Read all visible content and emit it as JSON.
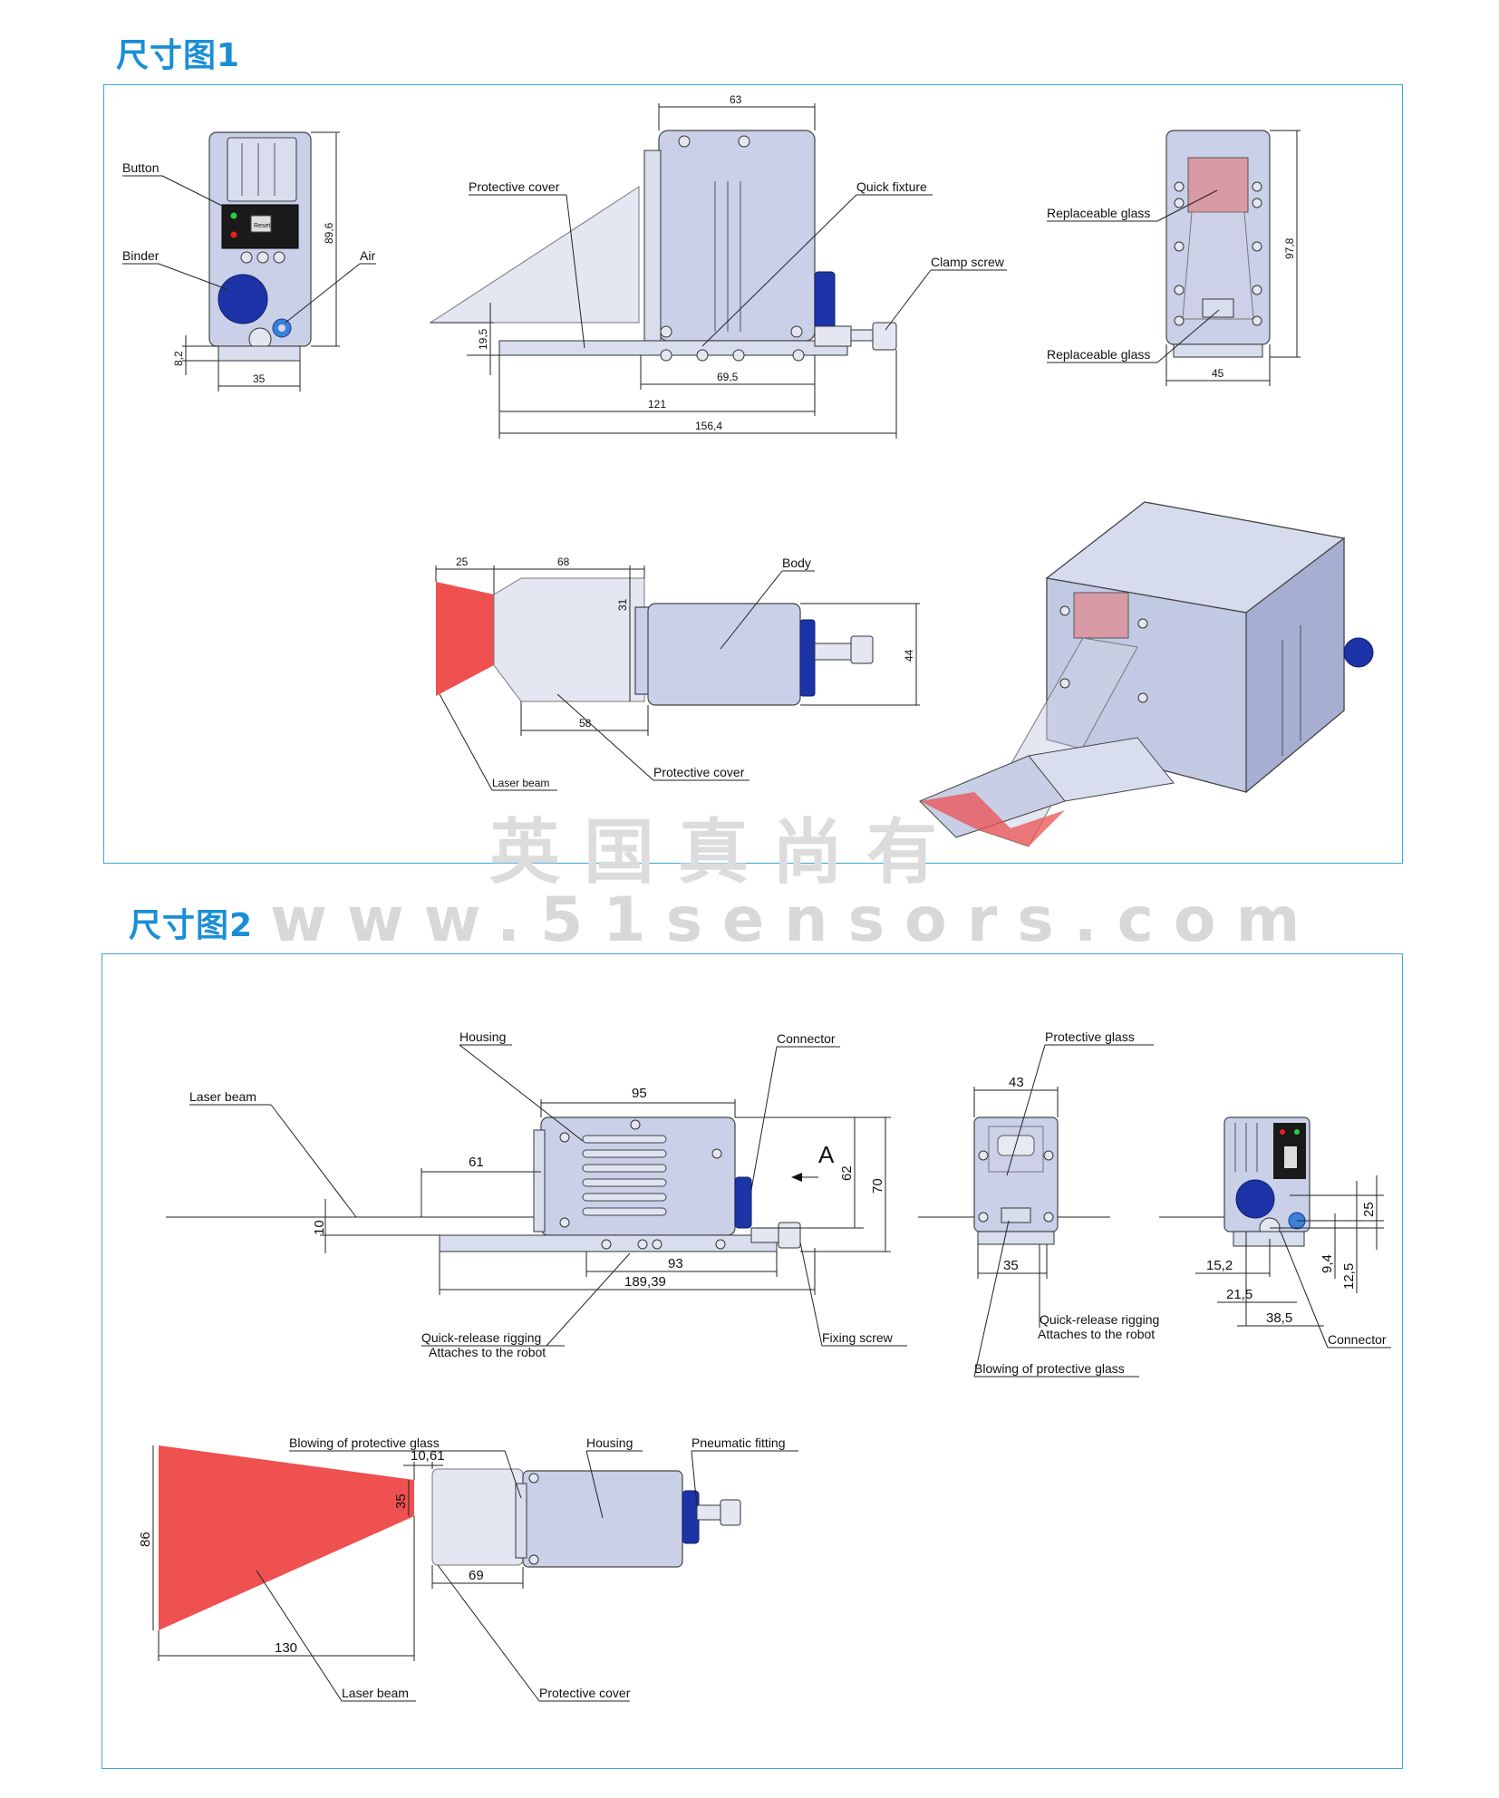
{
  "section1": {
    "title": "尺寸图1",
    "labels": {
      "button": "Button",
      "binder": "Binder",
      "air": "Air",
      "protective_cover": "Protective cover",
      "quick_fixture": "Quick fixture",
      "clamp_screw": "Clamp screw",
      "replaceable_glass_top": "Replaceable glass",
      "replaceable_glass_bottom": "Replaceable glass",
      "body": "Body",
      "laser_beam": "Laser beam",
      "protective_cover_bottom": "Protective cover",
      "reset": "Reset"
    },
    "dims": {
      "d89_6": "89,6",
      "d8_2": "8,2",
      "d35": "35",
      "d63": "63",
      "d19_5": "19,5",
      "d69_5": "69,5",
      "d121": "121",
      "d156_4": "156,4",
      "d97_8": "97,8",
      "d45": "45",
      "d25": "25",
      "d68": "68",
      "d31": "31",
      "d44": "44",
      "d58": "58"
    }
  },
  "section2": {
    "title": "尺寸图2",
    "labels": {
      "housing": "Housing",
      "connector": "Connector",
      "laser_beam": "Laser beam",
      "view_a": "A",
      "quick_release_1": "Quick-release rigging",
      "quick_release_2": "Attaches to the robot",
      "fixing_screw": "Fixing screw",
      "protective_glass": "Protective glass",
      "quick_release_b1": "Quick-release rigging",
      "quick_release_b2": "Attaches to the robot",
      "blowing_glass": "Blowing of protective glass",
      "connector_right": "Connector",
      "blowing_glass_bottom": "Blowing of protective glass",
      "housing_bottom": "Housing",
      "pneumatic_fitting": "Pneumatic fitting",
      "laser_beam_bottom": "Laser beam",
      "protective_cover": "Protective cover"
    },
    "dims": {
      "d95": "95",
      "d61": "61",
      "d10": "10",
      "d62": "62",
      "d70": "70",
      "d93": "93",
      "d189_39": "189,39",
      "d43": "43",
      "d35": "35",
      "d25": "25",
      "d9_4": "9,4",
      "d12_5": "12,5",
      "d15_2": "15,2",
      "d21_5": "21,5",
      "d38_5": "38,5",
      "d86": "86",
      "d35b": "35",
      "d10_61": "10,61",
      "d130": "130",
      "d69": "69"
    }
  },
  "watermark": {
    "line1": "英国真尚有",
    "line2": "www.51sensors.com"
  },
  "colors": {
    "accent": "#1a8fd6",
    "frame": "#3aa7dd",
    "laser": "#ef5050",
    "housing": "#c9d0e8"
  }
}
